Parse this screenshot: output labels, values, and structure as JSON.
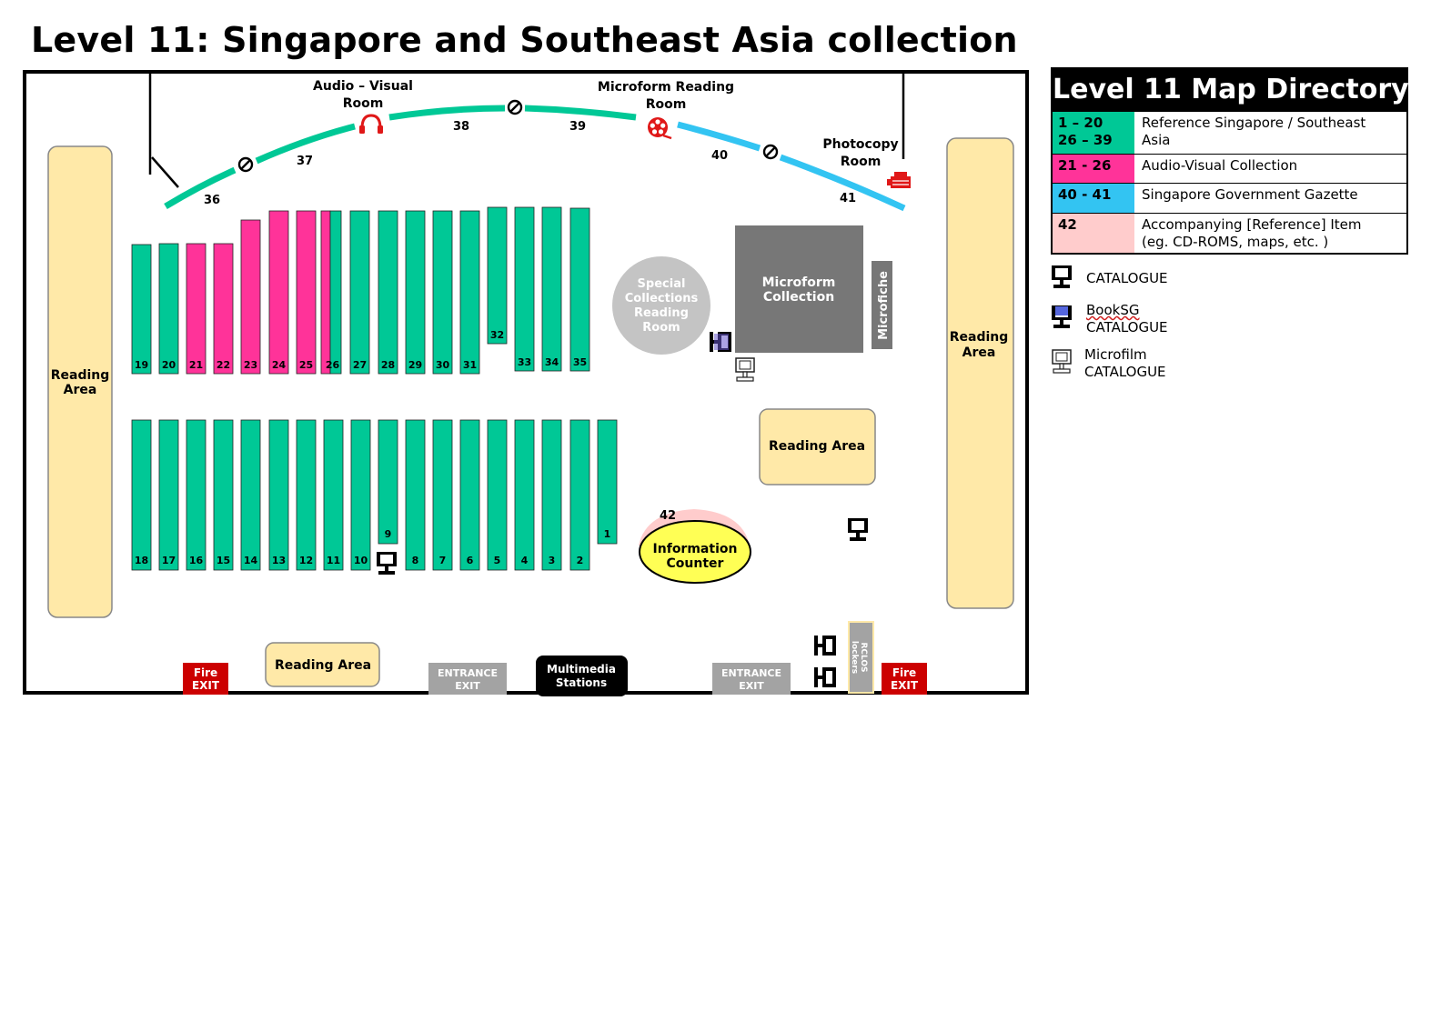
{
  "title": "Level 11: Singapore and Southeast Asia collection",
  "colors": {
    "reference": "#00c896",
    "audio_visual": "#ff3399",
    "gazette": "#33c4f2",
    "accompanying": "#ffcccc",
    "reading_area": "#ffe9a8",
    "microform": "#777777",
    "special_collections": "#c4c4c4",
    "info_counter": "#ffff55",
    "fire_exit": "#cc0000",
    "entrance": "#a3a3a3",
    "icon_red": "#e01818"
  },
  "rooms": {
    "audio_visual_line1": "Audio – Visual",
    "audio_visual_line2": "Room",
    "microform_reading_line1": "Microform Reading",
    "microform_reading_line2": "Room",
    "photocopy_line1": "Photocopy",
    "photocopy_line2": "Room",
    "special_line1": "Special",
    "special_line2": "Collections",
    "special_line3": "Reading",
    "special_line4": "Room",
    "microform_coll_line1": "Microform",
    "microform_coll_line2": "Collection",
    "microfiche": "Microfiche",
    "info_line1": "Information",
    "info_line2": "Counter",
    "reading_area": "Reading Area",
    "reading_area_left_line1": "Reading",
    "reading_area_left_line2": "Area",
    "reading_area_right_line1": "Reading",
    "reading_area_right_line2": "Area",
    "reading_area_mid": "Reading Area",
    "reading_area_bottom": "Reading Area",
    "fire_exit_left_line1": "Fire",
    "fire_exit_left_line2": "EXIT",
    "fire_exit_right_line1": "Fire",
    "fire_exit_right_line2": "EXIT",
    "entrance_left_line1": "ENTRANCE",
    "entrance_left_line2": "EXIT",
    "entrance_right_line1": "ENTRANCE",
    "entrance_right_line2": "EXIT",
    "multimedia_line1": "Multimedia",
    "multimedia_line2": "Stations",
    "rclos_line1": "RCLOS",
    "rclos_line2": "lockers"
  },
  "arc_labels": [
    "36",
    "37",
    "38",
    "39",
    "40",
    "41"
  ],
  "item_42": "42",
  "shelves_top": [
    {
      "label": "19",
      "cat": "reference"
    },
    {
      "label": "20",
      "cat": "reference"
    },
    {
      "label": "21",
      "cat": "audio_visual"
    },
    {
      "label": "22",
      "cat": "audio_visual"
    },
    {
      "label": "23",
      "cat": "audio_visual"
    },
    {
      "label": "24",
      "cat": "audio_visual"
    },
    {
      "label": "25",
      "cat": "audio_visual"
    },
    {
      "label": "26",
      "cat": "mixed"
    },
    {
      "label": "27",
      "cat": "reference"
    },
    {
      "label": "28",
      "cat": "reference"
    },
    {
      "label": "29",
      "cat": "reference"
    },
    {
      "label": "30",
      "cat": "reference"
    },
    {
      "label": "31",
      "cat": "reference"
    },
    {
      "label": "32",
      "cat": "reference"
    },
    {
      "label": "33",
      "cat": "reference"
    },
    {
      "label": "34",
      "cat": "reference"
    },
    {
      "label": "35",
      "cat": "reference"
    }
  ],
  "shelves_bottom": [
    "18",
    "17",
    "16",
    "15",
    "14",
    "13",
    "12",
    "11",
    "10",
    "9",
    "8",
    "7",
    "6",
    "5",
    "4",
    "3",
    "2",
    "1"
  ],
  "directory": {
    "title": "Level 11 Map Directory",
    "rows": [
      {
        "code": "1 – 20\n26 – 39",
        "desc": "Reference Singapore / Southeast\nAsia",
        "color": "#00c896"
      },
      {
        "code": "21 - 26",
        "desc": "Audio-Visual Collection",
        "color": "#ff3399"
      },
      {
        "code": "40 - 41",
        "desc": "Singapore Government Gazette",
        "color": "#33c4f2"
      },
      {
        "code": "42",
        "desc": "Accompanying [Reference] Item\n(eg. CD-ROMS, maps, etc. )",
        "color": "#ffcccc"
      }
    ]
  },
  "legend": {
    "catalogue": "CATALOGUE",
    "booksg_line1": "BookSG",
    "booksg_line2": "CATALOGUE",
    "microfilm_line1": "Microfilm",
    "microfilm_line2": "CATALOGUE"
  },
  "icons": [
    "headphones-icon",
    "film-reel-icon",
    "photocopier-icon",
    "no-entry-icon",
    "catalogue-terminal-icon",
    "booksg-terminal-icon",
    "microfilm-terminal-icon"
  ]
}
